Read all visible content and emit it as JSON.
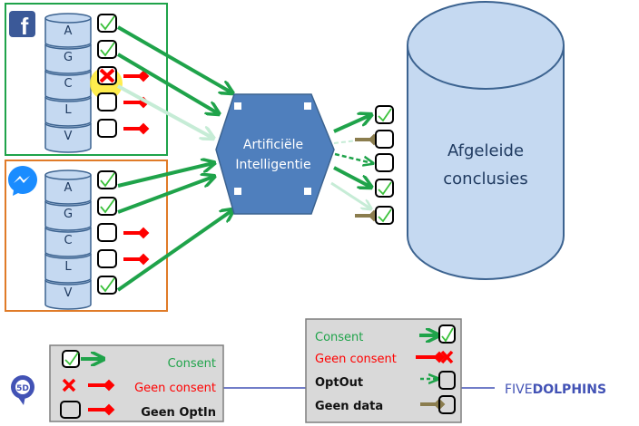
{
  "sources": [
    {
      "name": "facebook",
      "icon": "facebook-icon",
      "frame_color": "#1fa34a",
      "rows": [
        {
          "letter": "A",
          "status": "consent"
        },
        {
          "letter": "G",
          "status": "consent"
        },
        {
          "letter": "C",
          "status": "geen-consent",
          "highlighted": true
        },
        {
          "letter": "L",
          "status": "geen-optin"
        },
        {
          "letter": "V",
          "status": "geen-optin"
        }
      ]
    },
    {
      "name": "messenger",
      "icon": "messenger-icon",
      "frame_color": "#e07b28",
      "rows": [
        {
          "letter": "A",
          "status": "consent"
        },
        {
          "letter": "G",
          "status": "consent"
        },
        {
          "letter": "C",
          "status": "geen-optin"
        },
        {
          "letter": "L",
          "status": "geen-optin"
        },
        {
          "letter": "V",
          "status": "consent"
        }
      ]
    }
  ],
  "ai": {
    "line1": "Artificiële",
    "line2": "Intelligentie",
    "fill": "#4f7fbd"
  },
  "outputs": [
    {
      "input": "consent",
      "checked": true
    },
    {
      "input": "geen-data",
      "checked": false
    },
    {
      "input": "optout",
      "checked": false
    },
    {
      "input": "consent",
      "checked": true
    },
    {
      "input": "geen-data",
      "checked": true
    }
  ],
  "store": {
    "line1": "Afgeleide",
    "line2": "conclusies",
    "fill": "#c5d9f1",
    "stroke": "#3c6390"
  },
  "legend_input": {
    "items": [
      {
        "label": "Consent",
        "color": "#1fa34a",
        "symbol": "checked-box"
      },
      {
        "label": "Geen consent",
        "color": "#ff0000",
        "symbol": "red-cross"
      },
      {
        "label": "Geen OptIn",
        "color": "#111111",
        "symbol": "empty-box"
      }
    ]
  },
  "legend_output": {
    "items": [
      {
        "label": "Consent",
        "color": "#1fa34a",
        "symbol": "checked-box"
      },
      {
        "label": "Geen consent",
        "color": "#ff0000",
        "symbol": "red-cross"
      },
      {
        "label": "OptOut",
        "color": "#111111",
        "symbol": "empty-box"
      },
      {
        "label": "Geen data",
        "color": "#111111",
        "symbol": "empty-box"
      }
    ]
  },
  "brand": {
    "logo_text": "5D",
    "name_light": "FIVE",
    "name_bold": "DOLPHINS",
    "color": "#4252b5"
  },
  "colors": {
    "consent_arrow": "#1fa34a",
    "faded_arrow": "#c6ecd6",
    "red_arrow": "#ff0000",
    "olive_arrow": "#8b7d4e",
    "highlight": "#ffeb3b",
    "legend_bg": "#d9d9d9"
  }
}
